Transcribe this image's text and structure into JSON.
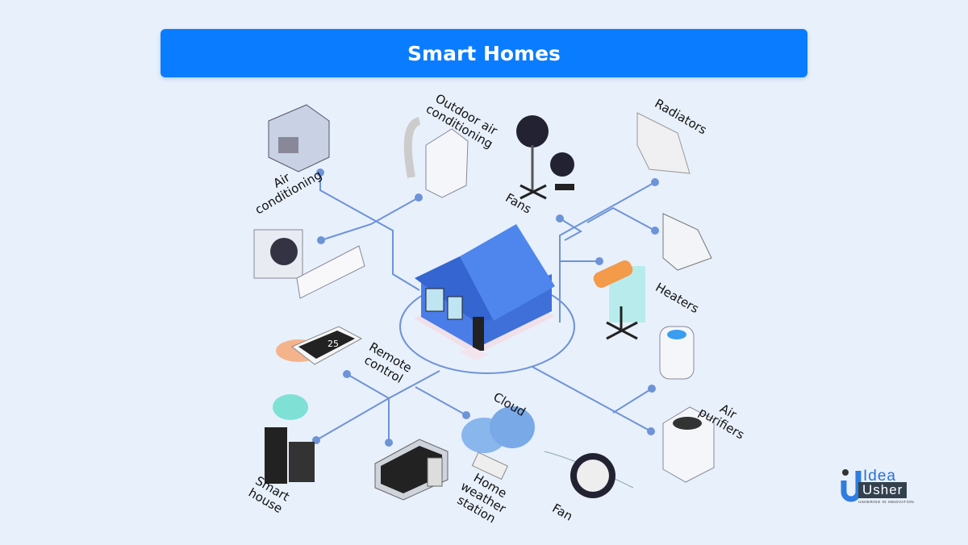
{
  "header": {
    "title": "Smart Homes"
  },
  "center": {
    "name": "house"
  },
  "labels": {
    "outdoor_ac": "Outdoor air\nconditioning",
    "air_conditioning": "Air\nconditioning",
    "fans": "Fans",
    "radiators": "Radiators",
    "heaters": "Heaters",
    "remote_control": "Remote\ncontrol",
    "cloud": "Cloud",
    "air_purifiers": "Air\npurifiers",
    "smart_house": "Smart\nhouse",
    "home_weather_station": "Home\nweather\nstation",
    "fan": "Fan"
  },
  "remote_display": "25",
  "logo": {
    "line1": "Idea",
    "line2": "Usher",
    "tagline": "USHERING IN INNOVATION"
  },
  "colors": {
    "title_bg": "#0a7cff",
    "background": "#e8f0fb",
    "connector": "#6d93d8",
    "house": "#4a7de8"
  }
}
